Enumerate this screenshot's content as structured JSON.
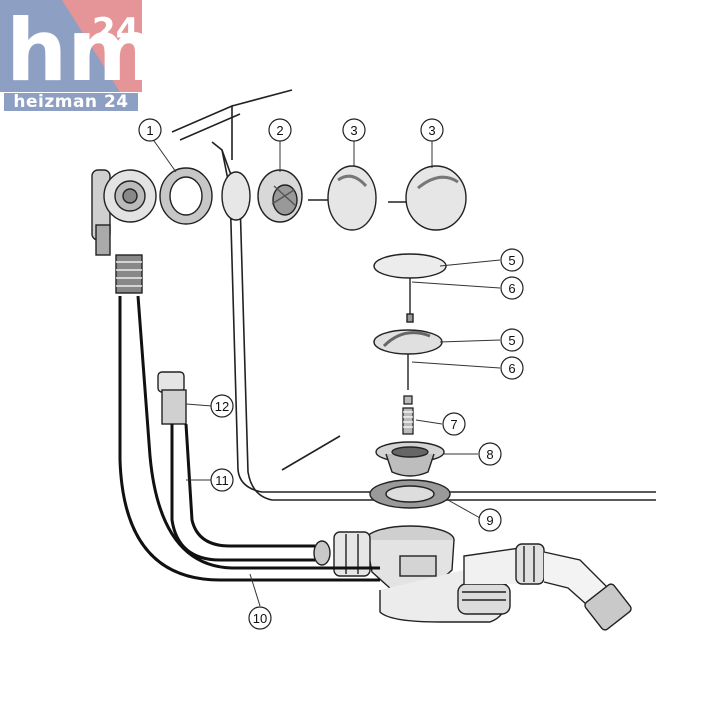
{
  "logo": {
    "mark": "hm",
    "number": "24",
    "wordmark": "heizman 24",
    "colors": {
      "blue": "#8e9fc4",
      "red": "#e59597",
      "white": "#ffffff"
    }
  },
  "callouts": [
    {
      "id": "callout-1",
      "label": "1"
    },
    {
      "id": "callout-2",
      "label": "2"
    },
    {
      "id": "callout-3a",
      "label": "3"
    },
    {
      "id": "callout-3b",
      "label": "3"
    },
    {
      "id": "callout-5a",
      "label": "5"
    },
    {
      "id": "callout-6a",
      "label": "6"
    },
    {
      "id": "callout-5b",
      "label": "5"
    },
    {
      "id": "callout-6b",
      "label": "6"
    },
    {
      "id": "callout-7",
      "label": "7"
    },
    {
      "id": "callout-8",
      "label": "8"
    },
    {
      "id": "callout-9",
      "label": "9"
    },
    {
      "id": "callout-12",
      "label": "12"
    },
    {
      "id": "callout-11",
      "label": "11"
    },
    {
      "id": "callout-10",
      "label": "10"
    }
  ]
}
